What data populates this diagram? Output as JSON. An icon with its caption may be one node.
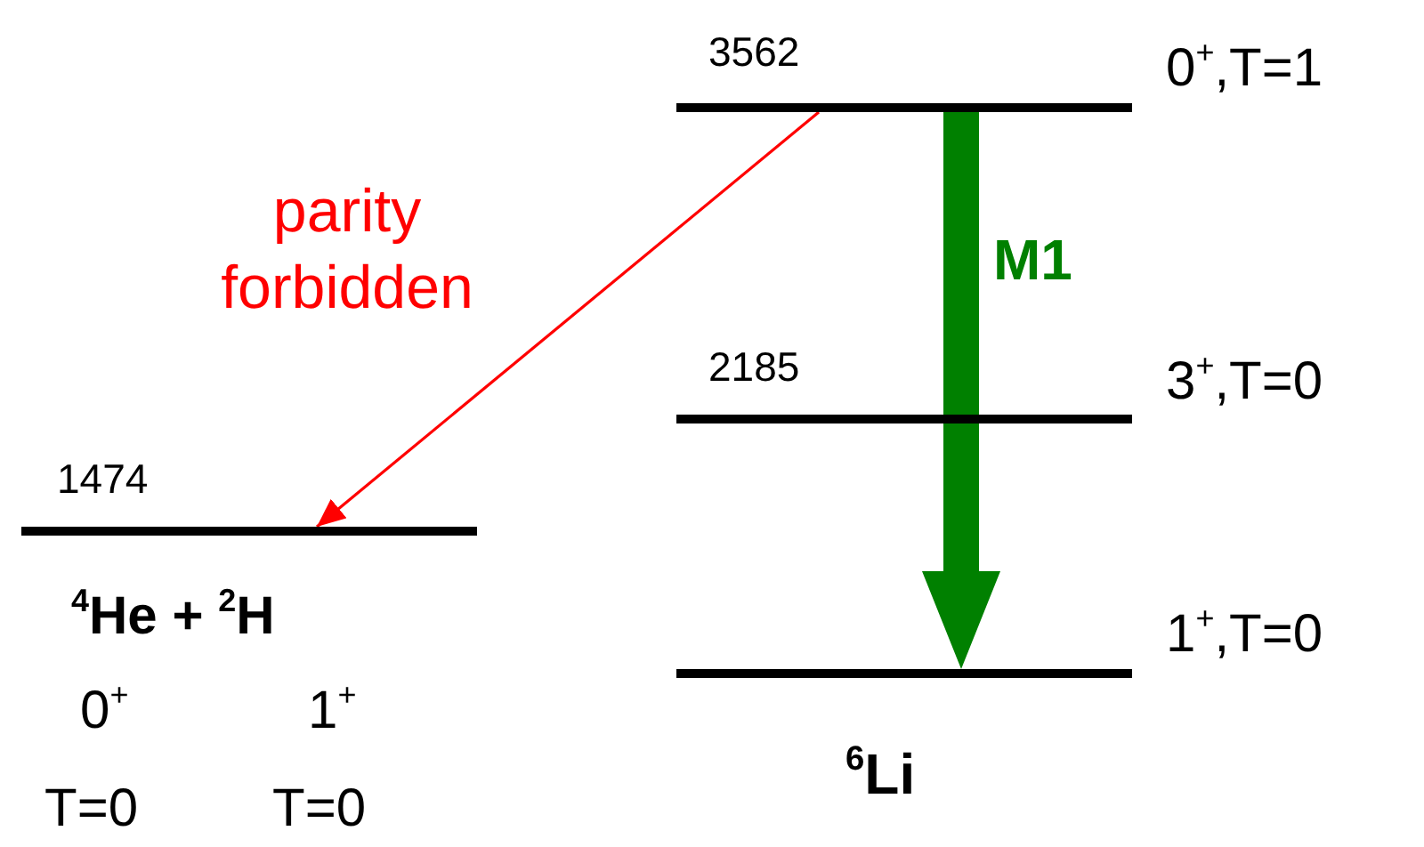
{
  "diagram": {
    "nodes": [
      {
        "text": [
          "3562"
        ],
        "beside": [
          "0$^{+}$,T=1"
        ]
      },
      {
        "text": [
          "2185"
        ],
        "beside": [
          "3$^{+}$,T=0"
        ]
      },
      {
        "text": [],
        "shape": "bar",
        "beside": [
          "1$^{+}$,T=0",
          "$^{6}$Li"
        ]
      },
      {
        "text": [
          "1474"
        ],
        "beside": [
          "$^{4}$He + $^{2}$H",
          "0$^{+}$",
          "1$^{+}$",
          "T=0",
          "T=0"
        ]
      }
    ],
    "edges": [
      {
        "from": 0,
        "to": 2,
        "arrow": "to",
        "label": "M1",
        "style": "thick",
        "color": "#008000"
      },
      {
        "from": 0,
        "to": 3,
        "arrow": "to",
        "label": "parity forbidden",
        "color": "#ff0000"
      }
    ]
  }
}
